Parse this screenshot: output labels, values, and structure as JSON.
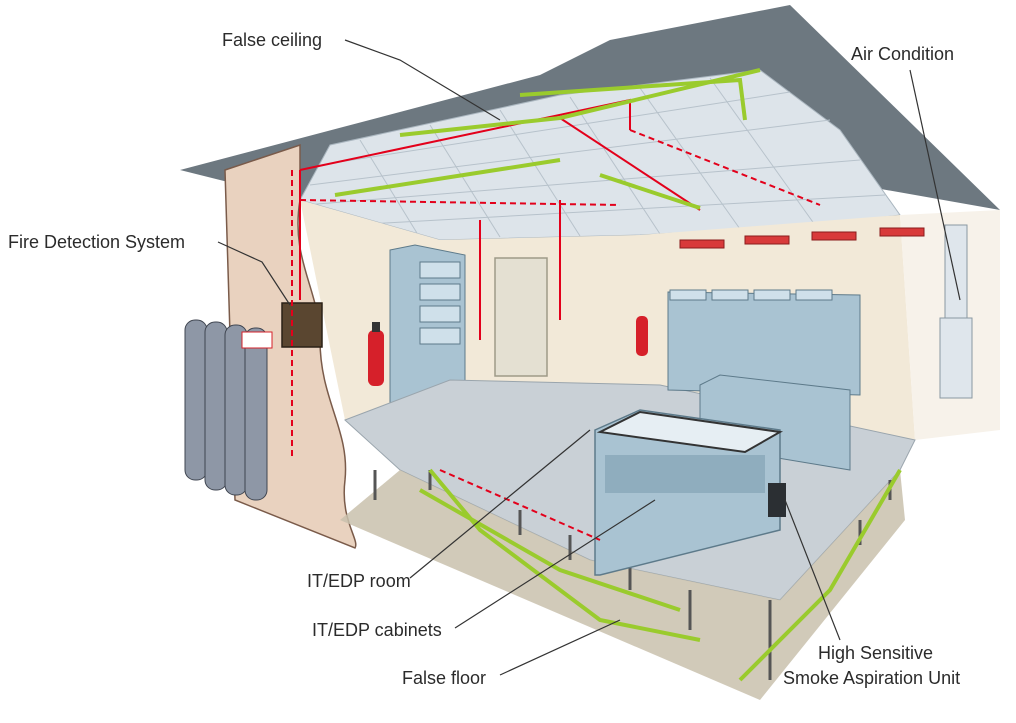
{
  "labels": {
    "false_ceiling": "False ceiling",
    "air_condition": "Air Condition",
    "fire_detection_system": "Fire Detection System",
    "it_edp_room": "IT/EDP room",
    "it_edp_cabinets": "IT/EDP cabinets",
    "false_floor": "False floor",
    "aspiration_unit_line1": "High Sensitive",
    "aspiration_unit_line2": "Smoke Aspiration Unit"
  },
  "colors": {
    "ceiling_slab": "#6d7880",
    "ceiling_tile": "#dde4ea",
    "wall": "#f2e9d8",
    "cut_wall": "#e9d2bf",
    "floor_tile": "#c9d0d6",
    "cabinet": "#a9c3d2",
    "cabinet_dark": "#7f9fb0",
    "aspiration_pipe": "#9acb2d",
    "detection_wire": "#e3001b",
    "slab_base": "#c9c1ad"
  }
}
